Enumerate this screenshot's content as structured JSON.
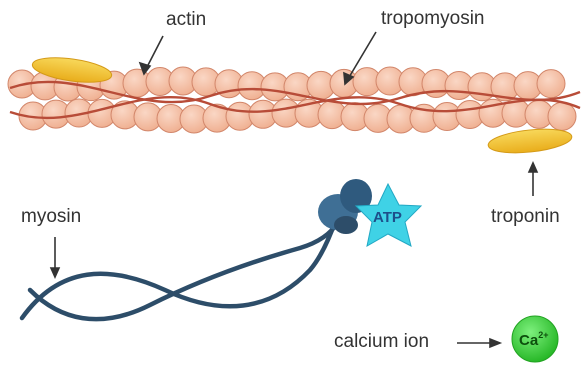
{
  "labels": {
    "actin": "actin",
    "tropomyosin": "tropomyosin",
    "myosin": "myosin",
    "troponin": "troponin",
    "calcium_ion": "calcium ion"
  },
  "atp": "ATP",
  "calcium": {
    "symbol": "Ca",
    "charge": "2+"
  },
  "colors": {
    "actin_fill": "#f2b79c",
    "actin_stroke": "#d2866a",
    "tropomyosin": "#b84c38",
    "troponin": "#f4c431",
    "myosin_tail": "#2d4d69",
    "myosin_head": "#3f6f95",
    "atp": "#3fd2e6",
    "calcium": "#35c935",
    "arrow": "#333333"
  }
}
